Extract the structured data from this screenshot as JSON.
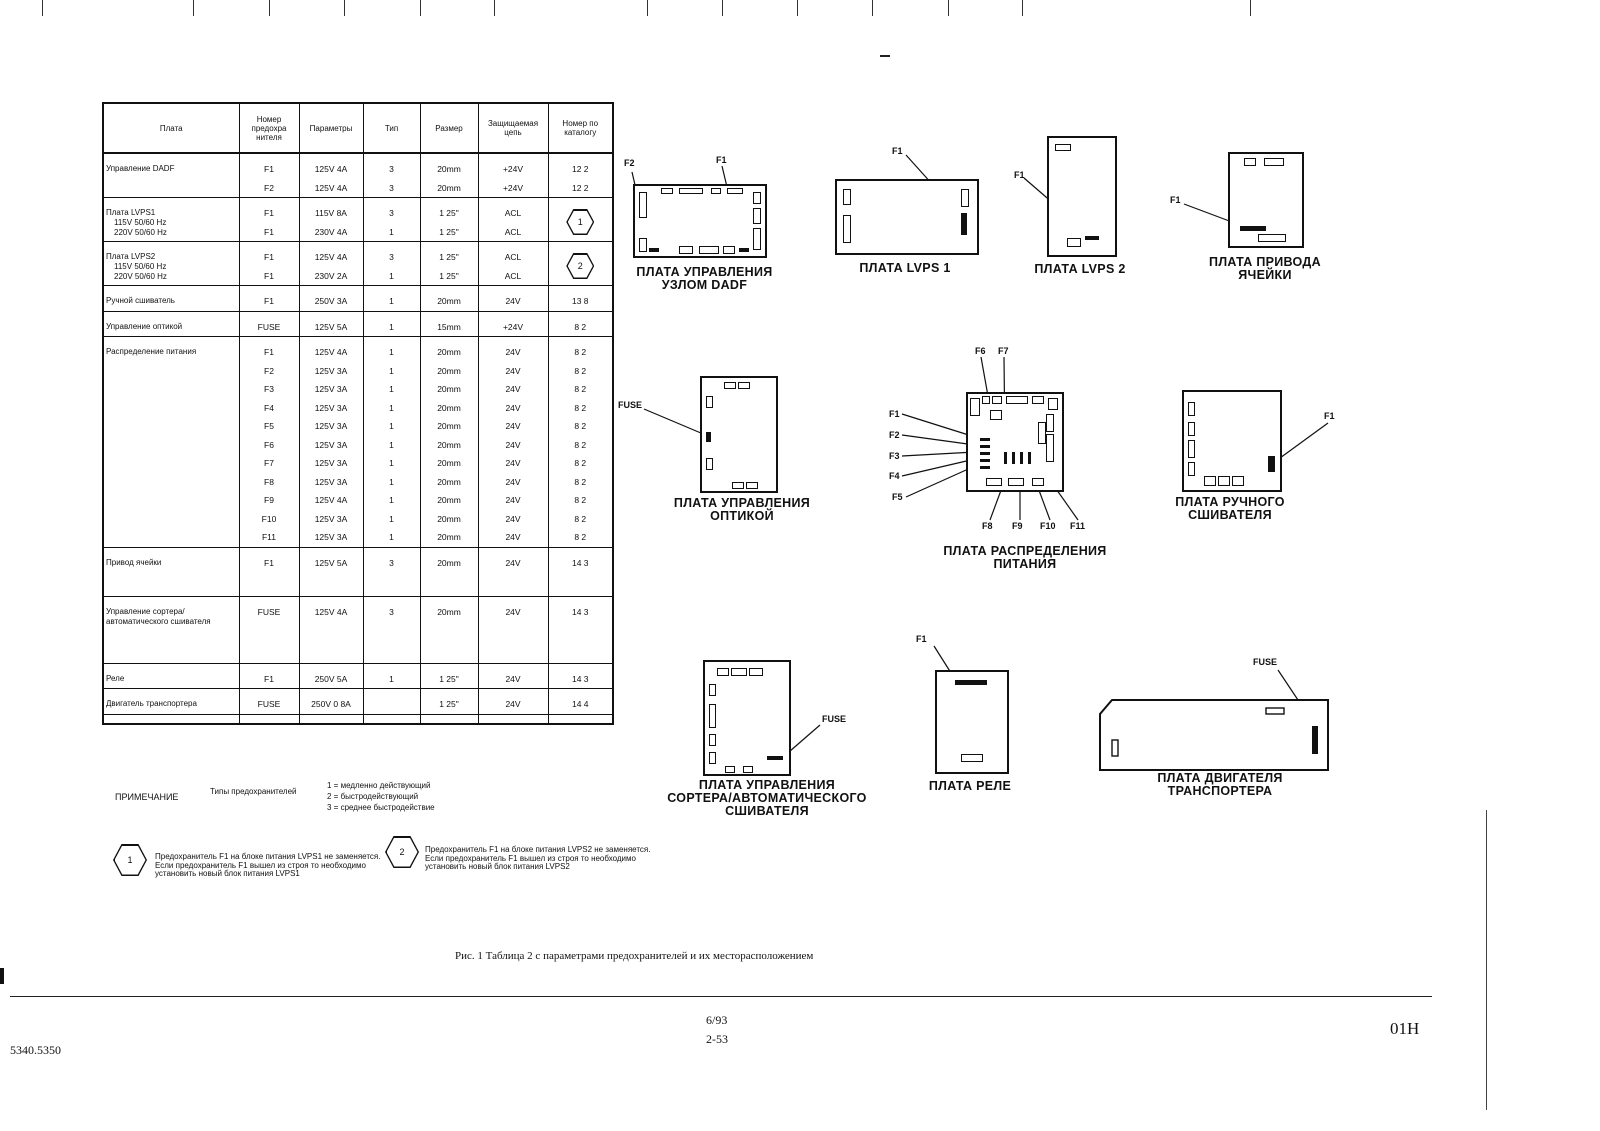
{
  "table": {
    "headers": [
      "Плата",
      "Номер предохра нителя",
      "Параметры",
      "Тип",
      "Размер",
      "Защищаемая цепь",
      "Номер по каталогу"
    ],
    "groups": [
      {
        "board": "Управление DADF",
        "rows": [
          {
            "sub": "",
            "fuse": "F1",
            "param": "125V 4A",
            "type": "3",
            "size": "20mm",
            "circuit": "+24V",
            "catalog": "12 2"
          },
          {
            "sub": "",
            "fuse": "F2",
            "param": "125V 4A",
            "type": "3",
            "size": "20mm",
            "circuit": "+24V",
            "catalog": "12 2"
          }
        ]
      },
      {
        "board": "Плата LVPS1",
        "rows": [
          {
            "sub": "115V 50/60 Hz",
            "fuse": "F1",
            "param": "115V 8A",
            "type": "3",
            "size": "1 25\"",
            "circuit": "ACL",
            "catalog": ""
          },
          {
            "sub": "220V 50/60 Hz",
            "fuse": "F1",
            "param": "230V 4A",
            "type": "1",
            "size": "1 25\"",
            "circuit": "ACL",
            "catalog": ""
          }
        ],
        "hex": "1"
      },
      {
        "board": "Плата LVPS2",
        "rows": [
          {
            "sub": "115V 50/60 Hz",
            "fuse": "F1",
            "param": "125V 4A",
            "type": "3",
            "size": "1 25\"",
            "circuit": "ACL",
            "catalog": ""
          },
          {
            "sub": "220V 50/60 Hz",
            "fuse": "F1",
            "param": "230V 2A",
            "type": "1",
            "size": "1 25\"",
            "circuit": "ACL",
            "catalog": ""
          }
        ],
        "hex": "2"
      },
      {
        "board": "Ручной сшиватель",
        "rows": [
          {
            "sub": "",
            "fuse": "F1",
            "param": "250V 3A",
            "type": "1",
            "size": "20mm",
            "circuit": "24V",
            "catalog": "13 8"
          }
        ]
      },
      {
        "board": "Управление оптикой",
        "rows": [
          {
            "sub": "",
            "fuse": "FUSE",
            "param": "125V 5A",
            "type": "1",
            "size": "15mm",
            "circuit": "+24V",
            "catalog": "8 2"
          }
        ]
      },
      {
        "board": "Распределение питания",
        "rows": [
          {
            "sub": "",
            "fuse": "F1",
            "param": "125V 4A",
            "type": "1",
            "size": "20mm",
            "circuit": "24V",
            "catalog": "8 2"
          },
          {
            "sub": "",
            "fuse": "F2",
            "param": "125V 3A",
            "type": "1",
            "size": "20mm",
            "circuit": "24V",
            "catalog": "8 2"
          },
          {
            "sub": "",
            "fuse": "F3",
            "param": "125V 3A",
            "type": "1",
            "size": "20mm",
            "circuit": "24V",
            "catalog": "8 2"
          },
          {
            "sub": "",
            "fuse": "F4",
            "param": "125V 3A",
            "type": "1",
            "size": "20mm",
            "circuit": "24V",
            "catalog": "8 2"
          },
          {
            "sub": "",
            "fuse": "F5",
            "param": "125V 3A",
            "type": "1",
            "size": "20mm",
            "circuit": "24V",
            "catalog": "8 2"
          },
          {
            "sub": "",
            "fuse": "F6",
            "param": "125V 3A",
            "type": "1",
            "size": "20mm",
            "circuit": "24V",
            "catalog": "8 2"
          },
          {
            "sub": "",
            "fuse": "F7",
            "param": "125V 3A",
            "type": "1",
            "size": "20mm",
            "circuit": "24V",
            "catalog": "8 2"
          },
          {
            "sub": "",
            "fuse": "F8",
            "param": "125V 3A",
            "type": "1",
            "size": "20mm",
            "circuit": "24V",
            "catalog": "8 2"
          },
          {
            "sub": "",
            "fuse": "F9",
            "param": "125V 4A",
            "type": "1",
            "size": "20mm",
            "circuit": "24V",
            "catalog": "8 2"
          },
          {
            "sub": "",
            "fuse": "F10",
            "param": "125V 3A",
            "type": "1",
            "size": "20mm",
            "circuit": "24V",
            "catalog": "8 2"
          },
          {
            "sub": "",
            "fuse": "F11",
            "param": "125V 3A",
            "type": "1",
            "size": "20mm",
            "circuit": "24V",
            "catalog": "8 2"
          }
        ]
      },
      {
        "board": "Привод ячейки",
        "rows": [
          {
            "sub": "",
            "fuse": "F1",
            "param": "125V 5A",
            "type": "3",
            "size": "20mm",
            "circuit": "24V",
            "catalog": "14 3"
          }
        ]
      },
      {
        "board": "Управление сортера/ автоматического сшивателя",
        "rows": [
          {
            "sub": "",
            "fuse": "FUSE",
            "param": "125V 4A",
            "type": "3",
            "size": "20mm",
            "circuit": "24V",
            "catalog": "14 3"
          }
        ]
      },
      {
        "board": "Реле",
        "rows": [
          {
            "sub": "",
            "fuse": "F1",
            "param": "250V 5A",
            "type": "1",
            "size": "1 25\"",
            "circuit": "24V",
            "catalog": "14 3"
          }
        ]
      },
      {
        "board": "Двигатель транспортера",
        "rows": [
          {
            "sub": "",
            "fuse": "FUSE",
            "param": "250V 0 8A",
            "type": "",
            "size": "1 25\"",
            "circuit": "24V",
            "catalog": "14 4"
          }
        ]
      }
    ]
  },
  "notes": {
    "prefix": "ПРИМЕЧАНИЕ",
    "types_label": "Типы предохранителей",
    "type1": "1 = медленно действующий",
    "type2": "2 = быстродействующий",
    "type3": "3 = среднее быстродействие",
    "note1_num": "1",
    "note1": "Предохранитель F1 на блоке питания LVPS1 не заменяется. Если предохранитель F1 вышел из строя то необходимо установить новый блок питания LVPS1",
    "note2_num": "2",
    "note2": "Предохранитель F1 на блоке питания LVPS2 не заменяется. Если предохранитель F1 вышел из строя то необходимо установить новый блок питания LVPS2"
  },
  "diagrams": {
    "dadf": {
      "line1": "ПЛАТА УПРАВЛЕНИЯ",
      "line2": "УЗЛОМ DADF",
      "f2": "F2",
      "f1": "F1"
    },
    "lvps1": {
      "line1": "ПЛАТА LVPS 1",
      "f1": "F1"
    },
    "lvps2": {
      "line1": "ПЛАТА LVPS 2",
      "f1": "F1"
    },
    "cell": {
      "line1": "ПЛАТА ПРИВОДА",
      "line2": "ЯЧЕЙКИ",
      "f1": "F1"
    },
    "optics": {
      "line1": "ПЛАТА УПРАВЛЕНИЯ",
      "line2": "ОПТИКОЙ",
      "fuse": "FUSE"
    },
    "power": {
      "line1": "ПЛАТА РАСПРЕДЕЛЕНИЯ",
      "line2": "ПИТАНИЯ",
      "f6": "F6",
      "f7": "F7",
      "f1": "F1",
      "f2": "F2",
      "f3": "F3",
      "f4": "F4",
      "f5": "F5",
      "f8": "F8",
      "f9": "F9",
      "f10": "F10",
      "f11": "F11"
    },
    "stapler": {
      "line1": "ПЛАТА РУЧНОГО",
      "line2": "СШИВАТЕЛЯ",
      "f1": "F1"
    },
    "sorter": {
      "line1": "ПЛАТА УПРАВЛЕНИЯ",
      "line2": "СОРТЕРА/АВТОМАТИЧЕСКОГО",
      "line3": "СШИВАТЕЛЯ",
      "fuse": "FUSE"
    },
    "relay": {
      "line1": "ПЛАТА РЕЛЕ",
      "f1": "F1"
    },
    "motor": {
      "line1": "ПЛАТА ДВИГАТЕЛЯ",
      "line2": "ТРАНСПОРТЕРА",
      "fuse": "FUSE"
    }
  },
  "caption": "Рис. 1 Таблица 2 с параметрами предохранителей и их месторасположением",
  "footer": {
    "date": "6/93",
    "page": "2-53",
    "model": "5340.5350",
    "code": "01H"
  }
}
